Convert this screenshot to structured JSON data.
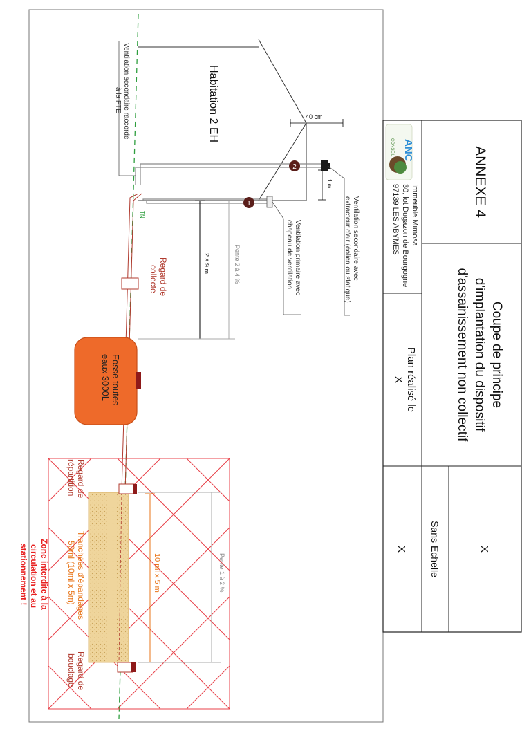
{
  "title_block": {
    "annex": "ANNEXE 4",
    "title_line1": "Coupe de principe",
    "title_line2": "d'implantation du dispositif",
    "title_line3": "d'assainissement non collectif",
    "scale": "Sans Echelle",
    "scale_value": "X",
    "top_value": "X",
    "plan_label_line1": "Plan réalisé le",
    "plan_label_line2": "X",
    "address_line1": "Immeuble Mimosa",
    "address_line2": "30, lot Dugazon de Bourgogne",
    "address_line3": "97139 LES ABYMES",
    "logo_text": "ANC",
    "logo_subtext": "CONSEIL"
  },
  "diagram": {
    "house_label": "Habitation 2 EH",
    "vent_fte_line1": "Ventilation secondaire raccordé",
    "vent_fte_line2": "à la FTE",
    "vent_secondary_line1": "Ventilation secondaire avec",
    "vent_secondary_line2": "extracteur d'air (éolien ou statique)",
    "vent_primary_line1": "Ventilation primaire avec",
    "vent_primary_line2": "chapeau de ventilation",
    "dim_40cm": "40 cm",
    "dim_1m": "1 m",
    "dim_2a9m": "2 à 9 m",
    "slope_2a4": "Pente 2 à 4 %",
    "slope_1a2": "Pente 1 à 2 %",
    "tn": "TN",
    "marker_1": "1",
    "marker_2": "2",
    "regard_collecte_line1": "Regard de",
    "regard_collecte_line2": "collecte",
    "fosse_line1": "Fosse toutes",
    "fosse_line2": "eaux 3000L",
    "regard_repartition_line1": "Regard de",
    "regard_repartition_line2": "répartition",
    "tranchees_line1": "Tranchées d'épandages",
    "tranchees_line2": "50ml (10ml x 5m)",
    "dim_10ml": "10 ml x 5 m",
    "regard_bouclage_line1": "Regard de",
    "regard_bouclage_line2": "bouclage",
    "zone_line1": "Zone interdite à la",
    "zone_line2": "circulation et au",
    "zone_line3": "stationnement !"
  },
  "colors": {
    "pipe": "#b03a2e",
    "tank": "#ee6a2a",
    "ground": "#2e9e3e",
    "trench": "#e8c98a",
    "zone": "#e8424a",
    "orange_text": "#e8751a",
    "dark_marker": "#5a1e1a"
  }
}
